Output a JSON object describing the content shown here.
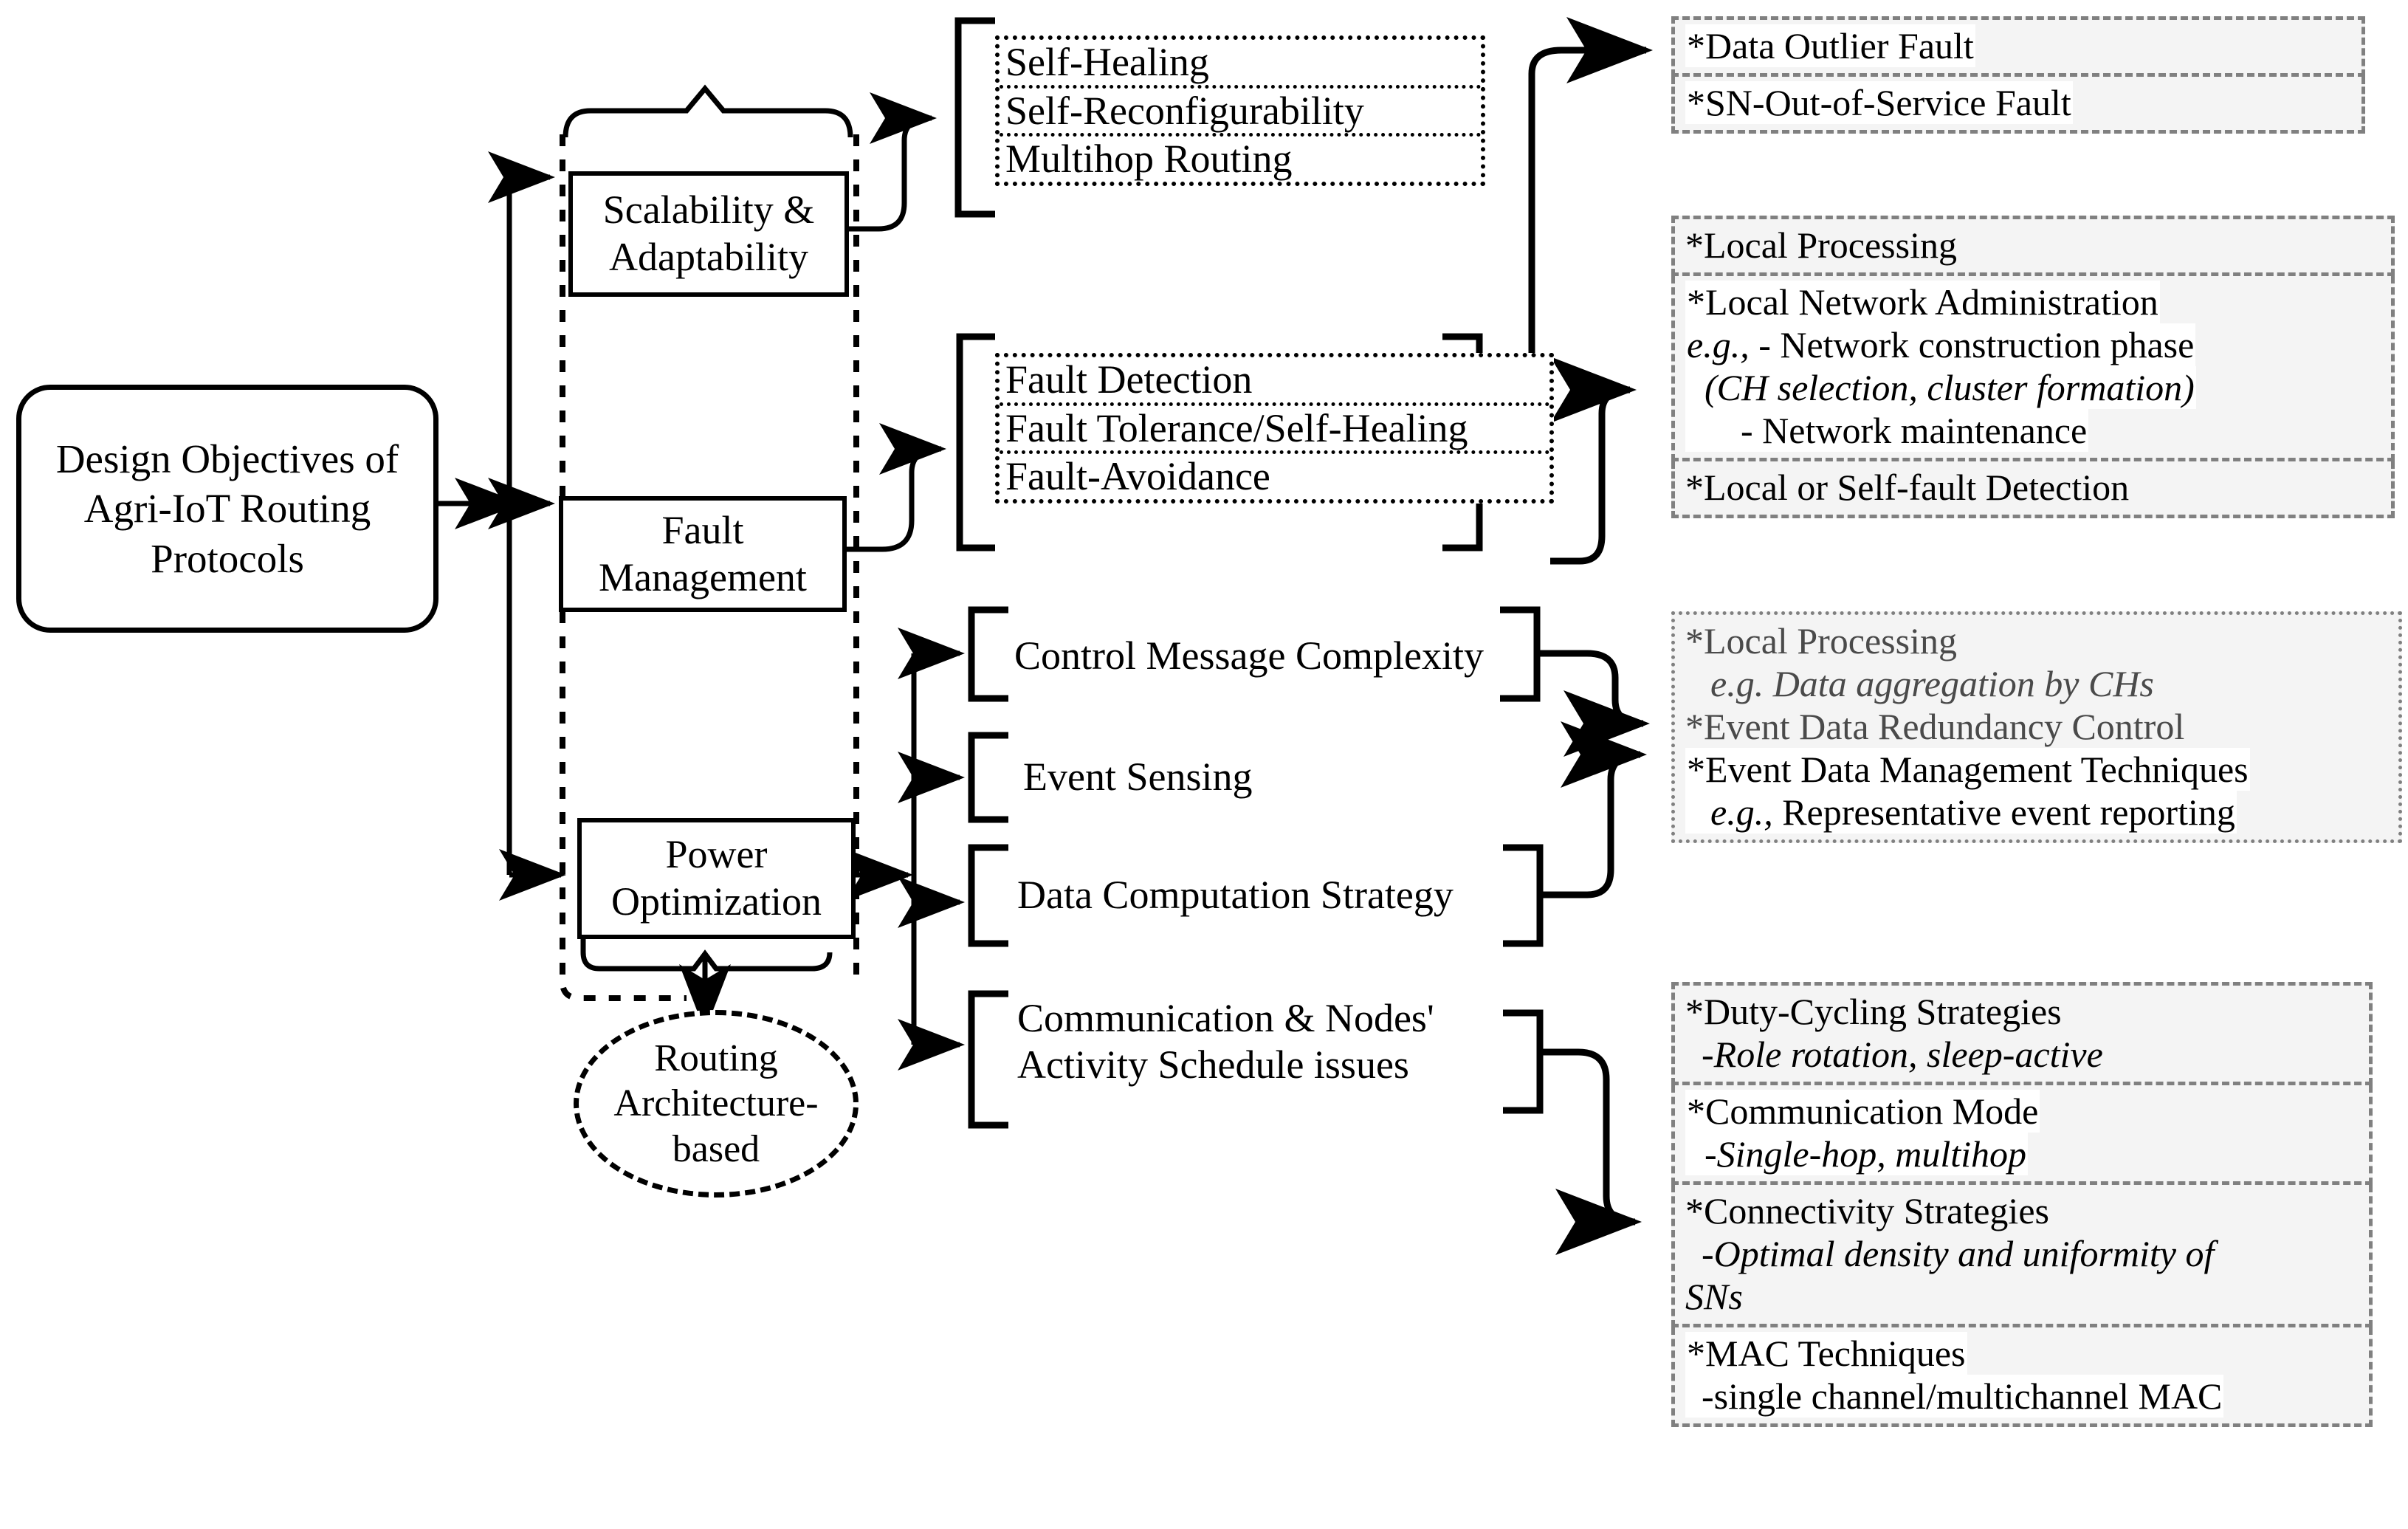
{
  "root": {
    "label": "Design Objectives of\nAgri-IoT Routing\nProtocols"
  },
  "categories": {
    "scalability": "Scalability &\nAdaptability",
    "fault": "Fault\nManagement",
    "power": "Power\nOptimization",
    "routing_architecture": "Routing\nArchitecture-\nbased"
  },
  "scalability_items": [
    "Self-Healing",
    "Self-Reconfigurability",
    "Multihop Routing"
  ],
  "fault_items": [
    "Fault Detection",
    "Fault Tolerance/Self-Healing",
    "Fault-Avoidance"
  ],
  "power_items": [
    "Control Message Complexity",
    "Event Sensing",
    "Data Computation Strategy",
    "Communication & Nodes'\nActivity Schedule issues"
  ],
  "panels": {
    "fault_types": {
      "sections": [
        {
          "lines": [
            {
              "text": "*Data Outlier Fault",
              "style": "hl"
            }
          ]
        },
        {
          "lines": [
            {
              "text": "*SN-Out-of-Service Fault",
              "style": "hl"
            }
          ]
        }
      ]
    },
    "fault_management": {
      "sections": [
        {
          "lines": [
            {
              "text": "*Local Processing",
              "style": "plain"
            }
          ]
        },
        {
          "lines": [
            {
              "text": "*Local Network Administration",
              "style": "hl"
            },
            {
              "text": "e.g., - Network construction phase",
              "style": "hl-italic-lead"
            },
            {
              "text": "(CH selection, cluster formation)",
              "style": "hl-italic-indent"
            },
            {
              "text": "-  Network maintenance",
              "style": "hl-indent2"
            }
          ]
        },
        {
          "lines": [
            {
              "text": "*Local or Self-fault Detection",
              "style": "plain"
            }
          ]
        }
      ]
    },
    "data_management": {
      "sections": [
        {
          "lines": [
            {
              "text": "*Local Processing",
              "style": "grey"
            },
            {
              "text": "e.g. Data aggregation by CHs",
              "style": "grey-italic-indent"
            },
            {
              "text": "*Event Data Redundancy Control",
              "style": "grey"
            },
            {
              "text": "*Event Data Management Techniques",
              "style": "hl"
            },
            {
              "text": "e.g., Representative event reporting",
              "style": "hl-italic-lead-indent"
            }
          ]
        }
      ]
    },
    "power_strategies": {
      "sections": [
        {
          "lines": [
            {
              "text": "*Duty-Cycling Strategies",
              "style": "plain"
            },
            {
              "text": "-Role rotation, sleep-active",
              "style": "italic-indent"
            }
          ]
        },
        {
          "lines": [
            {
              "text": "*Communication Mode",
              "style": "hl"
            },
            {
              "text": "-Single-hop, multihop",
              "style": "hl-italic-indent"
            }
          ]
        },
        {
          "lines": [
            {
              "text": "*Connectivity Strategies",
              "style": "plain"
            },
            {
              "text": "-Optimal density and uniformity of",
              "style": "italic-indent"
            },
            {
              "text": "SNs",
              "style": "italic"
            }
          ]
        },
        {
          "lines": [
            {
              "text": "*MAC Techniques",
              "style": "hl"
            },
            {
              "text": "-single channel/multichannel MAC",
              "style": "hl-indent"
            }
          ]
        }
      ]
    }
  },
  "colors": {
    "stroke": "#000000",
    "panel_border": "#808080",
    "panel_fill": "#f4f4f4",
    "highlight": "#ffffff",
    "grey_text": "#4a4a4a"
  }
}
